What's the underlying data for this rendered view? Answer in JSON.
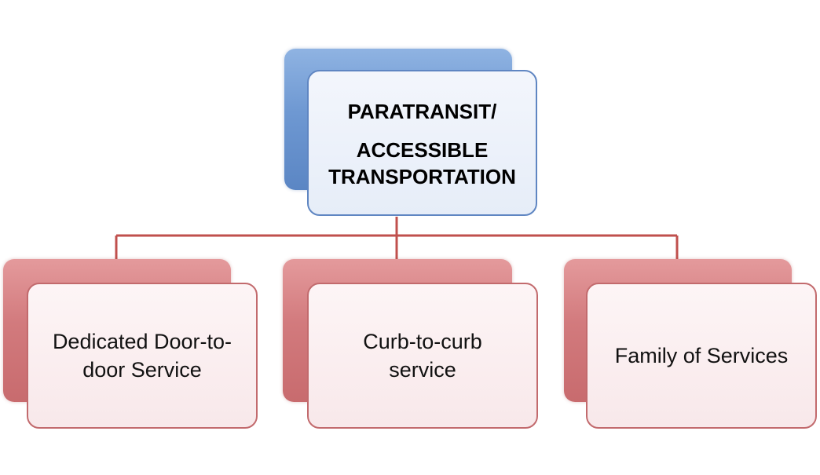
{
  "diagram": {
    "root": {
      "lines": [
        "PARATRANSIT/",
        "ACCESSIBLE",
        "TRANSPORTATION"
      ]
    },
    "children": [
      {
        "lines": [
          "Dedicated Door-to-",
          "door Service"
        ]
      },
      {
        "lines": [
          "Curb-to-curb",
          "service"
        ]
      },
      {
        "lines": [
          "Family of Services"
        ]
      }
    ]
  },
  "colors": {
    "root_accent": "#5b86c4",
    "child_accent": "#c86b6e",
    "connector": "#c0504d"
  }
}
